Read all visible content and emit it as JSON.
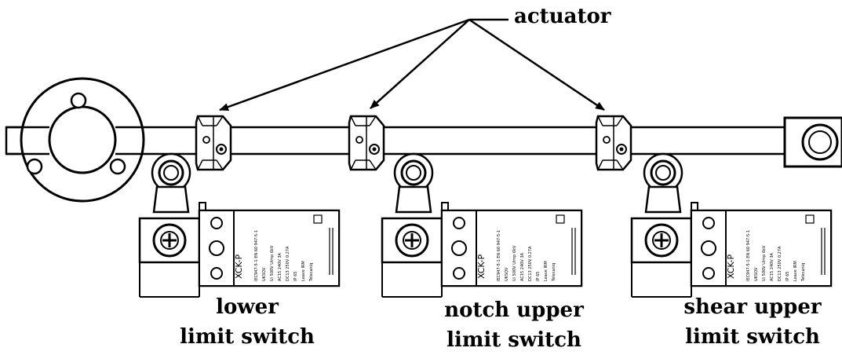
{
  "callout": {
    "label": "actuator"
  },
  "switches": [
    {
      "line1": "lower",
      "line2": "limit switch"
    },
    {
      "line1": "notch upper",
      "line2": "limit switch"
    },
    {
      "line1": "shear upper",
      "line2": "limit switch"
    }
  ],
  "nameplate": {
    "model": "XCK-P",
    "text_lines": [
      "IEC947-5-1 EN 60 947-5-1",
      "UKSQV",
      "Ui 500V Uimp 6kV",
      "AC15 240V 3A",
      "DC13 250V 0.27A",
      "IP 65",
      "Leave IRM",
      "Telecaniq"
    ]
  },
  "colors": {
    "line": "#000000",
    "background": "#ffffff"
  }
}
